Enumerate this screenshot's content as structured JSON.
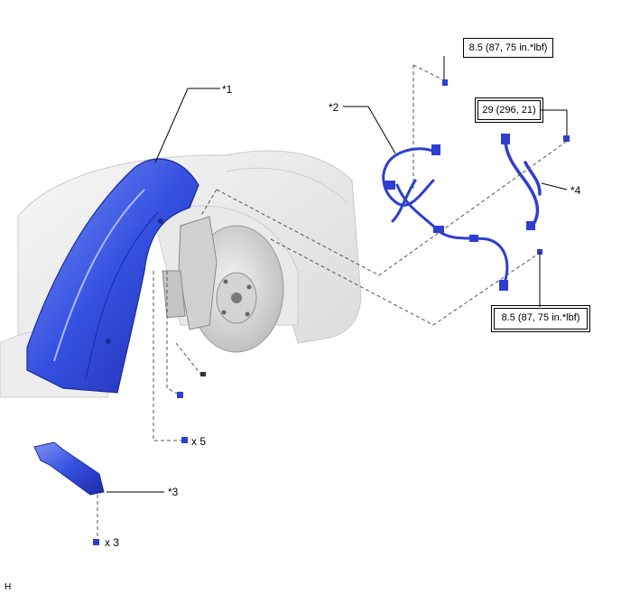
{
  "callouts": {
    "part1": "*1",
    "part2": "*2",
    "part3": "*3",
    "part4": "*4"
  },
  "torques": {
    "top": "8.5 (87, 75 in.*lbf)",
    "upper_right": "29 (296, 21)",
    "lower_right": "8.5 (87, 75 in.*lbf)"
  },
  "quantities": {
    "clips": "x 5",
    "bolts": "x 3"
  },
  "figure_code": "H",
  "colors": {
    "part_blue": "#2d3fd0",
    "part_blue_light": "#6f86f0",
    "body_grey": "#e4e4e4",
    "line": "#000000",
    "dash": "#555555"
  }
}
